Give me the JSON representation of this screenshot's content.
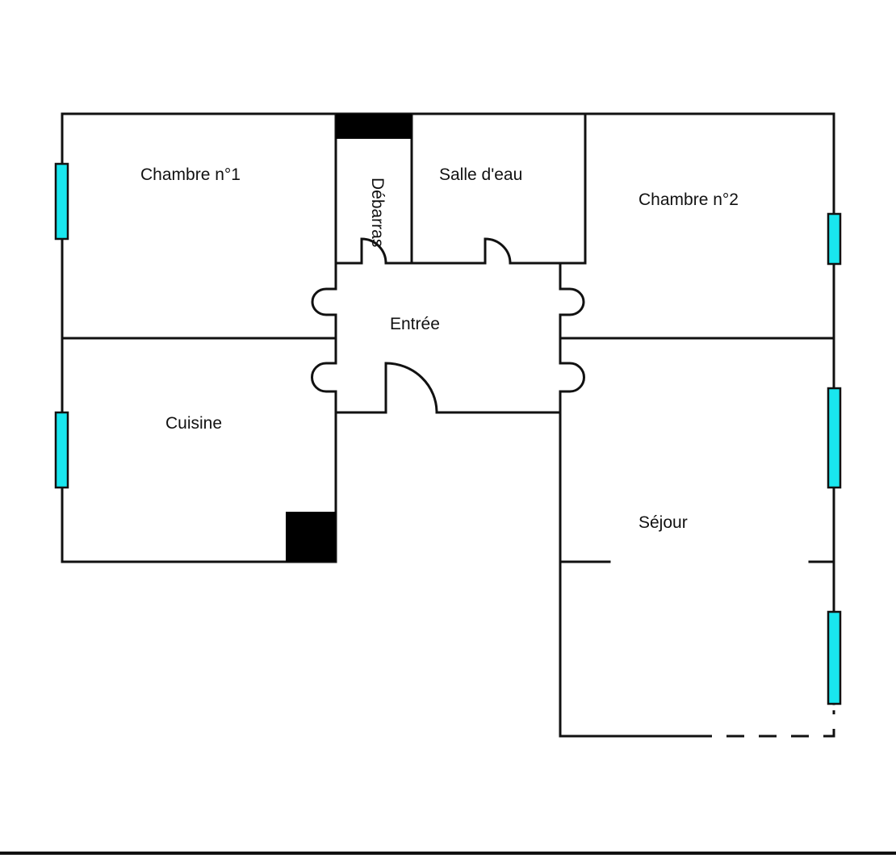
{
  "rooms": {
    "chambre1": "Chambre n°1",
    "debarras": "Débarras",
    "salle_eau": "Salle d'eau",
    "chambre2": "Chambre n°2",
    "entree": "Entrée",
    "cuisine": "Cuisine",
    "sejour": "Séjour"
  },
  "colors": {
    "wall": "#111111",
    "window": "#19e6ee",
    "background": "#ffffff"
  }
}
